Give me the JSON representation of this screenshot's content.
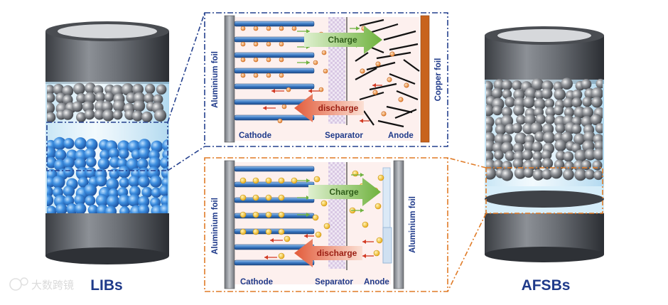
{
  "cells": {
    "left": {
      "name": "LIBs"
    },
    "right": {
      "name": "AFSBs"
    }
  },
  "lib_panel": {
    "cathode_collector": "Aluminium foil",
    "anode_collector": "Copper foil",
    "cathode": "Cathode",
    "separator": "Separator",
    "anode": "Anode",
    "charge": "Charge",
    "discharge": "discharge"
  },
  "afsb_panel": {
    "cathode_collector": "Aluminium foil",
    "anode_collector": "Aluminium foil",
    "cathode": "Cathode",
    "separator": "Separator",
    "anode": "Anode",
    "charge": "Charge",
    "discharge": "discharge"
  },
  "watermark": {
    "text": "大数跨镜"
  },
  "colors": {
    "frame_top": "#24408e",
    "frame_bottom": "#e07b27",
    "label_blue": "#1f3a8a",
    "charge_arrow": "#7fbf4d",
    "discharge_arrow": "#e8674a",
    "lithium_ion": "#ee9a45",
    "sodium_ion": "#f2c21b",
    "copper_foil": "#c8631d",
    "electrolyte_blue": "#3b86d8"
  }
}
